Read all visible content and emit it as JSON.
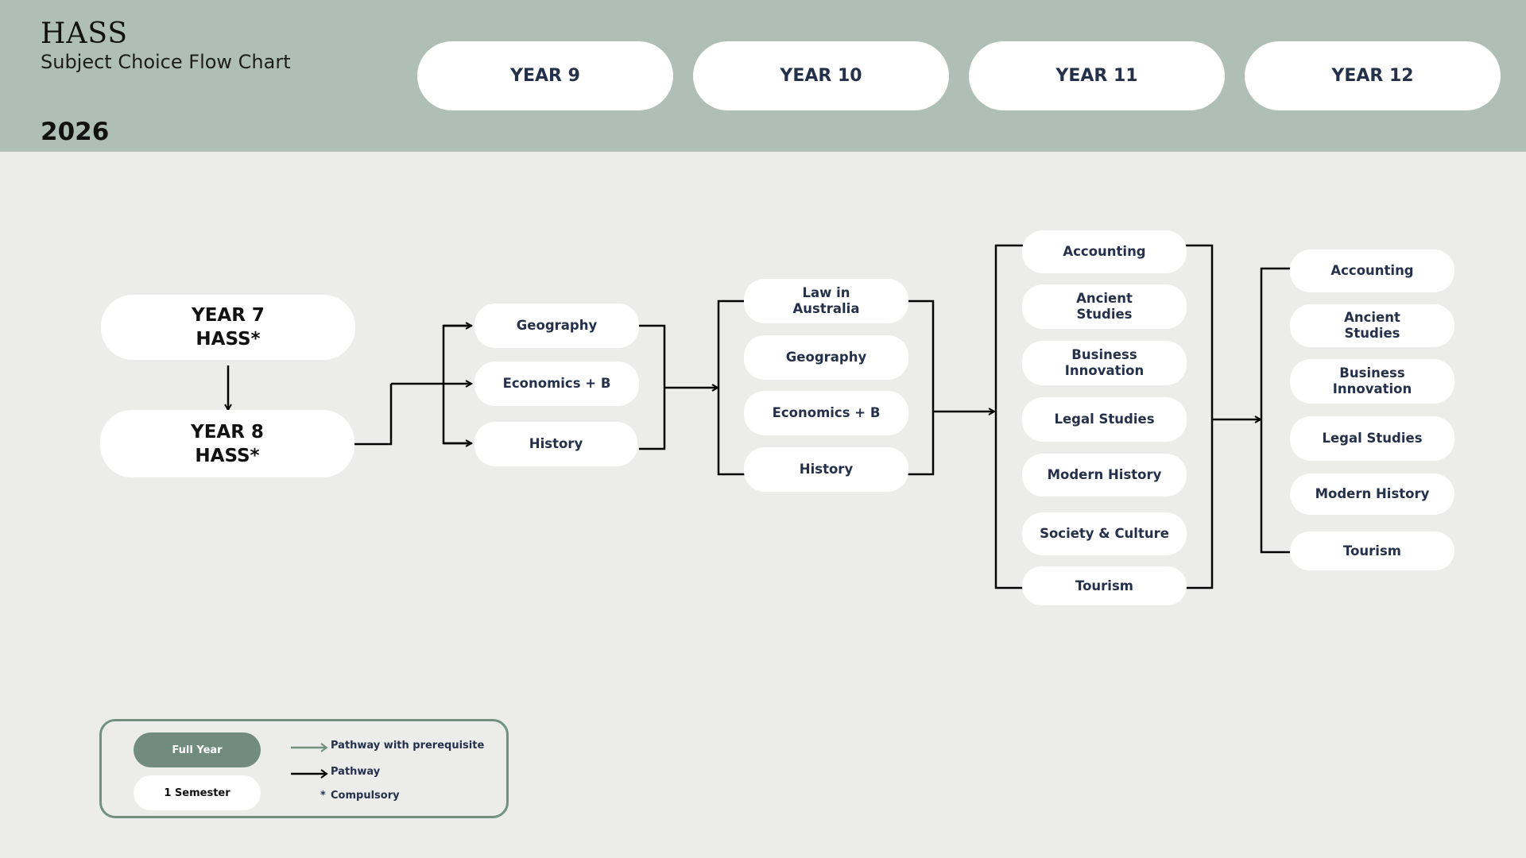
{
  "header": {
    "title": "HASS",
    "subtitle": "Subject Choice Flow Chart",
    "year": "2026",
    "columns": [
      "YEAR 9",
      "YEAR 10",
      "YEAR 11",
      "YEAR 12"
    ]
  },
  "junior": {
    "year7": "YEAR 7\nHASS*",
    "year8": "YEAR 8\nHASS*"
  },
  "year9": [
    "Geography",
    "Economics + B",
    "History"
  ],
  "year10": [
    "Law in\nAustralia",
    "Geography",
    "Economics + B",
    "History"
  ],
  "year11": [
    "Accounting",
    "Ancient\nStudies",
    "Business\nInnovation",
    "Legal Studies",
    "Modern History",
    "Society & Culture",
    "Tourism"
  ],
  "year12": [
    "Accounting",
    "Ancient\nStudies",
    "Business\nInnovation",
    "Legal Studies",
    "Modern History",
    "Tourism"
  ],
  "legend": {
    "full_year": "Full Year",
    "semester": "1 Semester",
    "prerequisite": "Pathway with prerequisite",
    "pathway": "Pathway",
    "compulsory_symbol": "*",
    "compulsory": "Compulsory"
  },
  "colors": {
    "header_bg": "#afbfb8",
    "page_bg": "#ececeb",
    "full_year": "#718c7f",
    "prerequisite_arrow": "#73917f",
    "pathway_arrow": "#000000",
    "node_text": "#25304a"
  }
}
